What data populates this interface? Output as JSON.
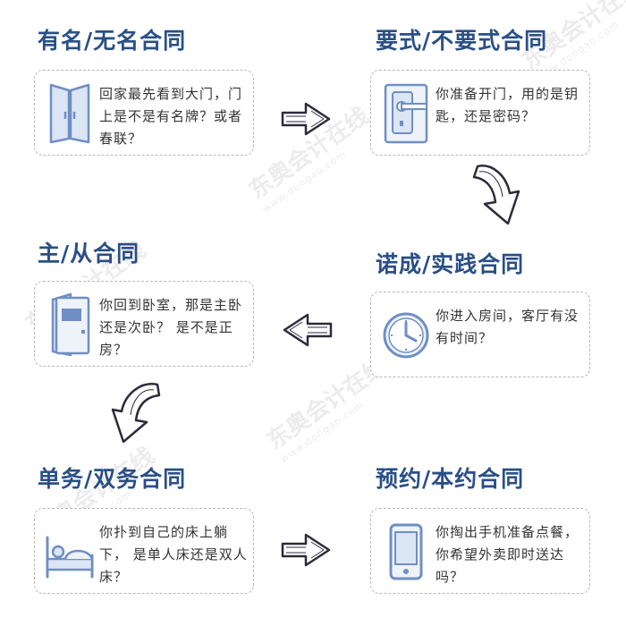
{
  "watermark": {
    "brand": "东奥会计在线",
    "url": "www.dongao.com"
  },
  "sections": [
    {
      "title": "有名/无名合同",
      "text": "回家最先看到大门，门上是不是有名牌？或者春联？",
      "icon": "double-door-icon"
    },
    {
      "title": "要式/不要式合同",
      "text": "你准备开门，用的是钥匙，还是密码？",
      "icon": "door-lock-icon"
    },
    {
      "title": "主/从合同",
      "text": "你回到卧室，那是主卧还是次卧？ 是不是正房？",
      "icon": "bedroom-door-icon"
    },
    {
      "title": "诺成/实践合同",
      "text": "你进入房间，客厅有没有时间？",
      "icon": "clock-icon"
    },
    {
      "title": "单务/双务合同",
      "text": "你扑到自己的床上躺下， 是单人床还是双人床？",
      "icon": "bed-icon"
    },
    {
      "title": "预约/本约合同",
      "text": "你掏出手机准备点餐，你希望外卖即时送达吗？",
      "icon": "smartphone-icon"
    }
  ]
}
